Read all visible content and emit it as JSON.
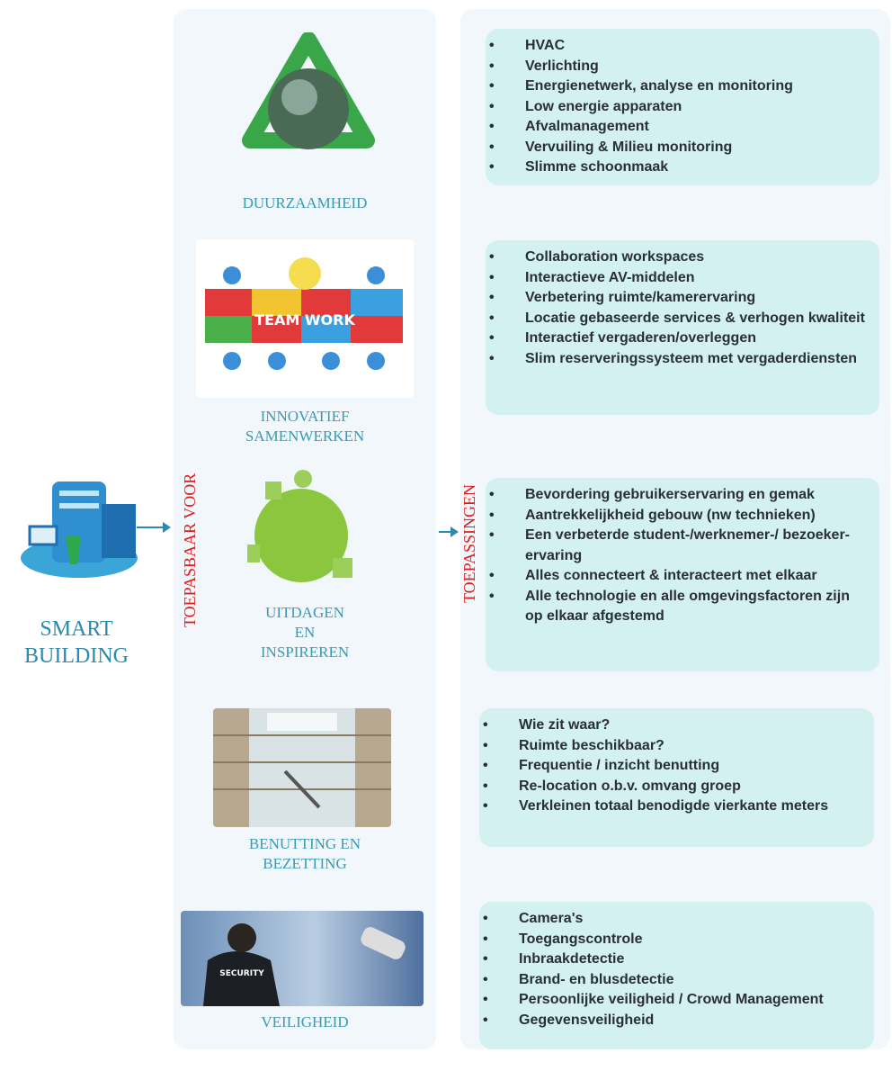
{
  "smart_building": {
    "title_line1": "SMART",
    "title_line2": "BUILDING"
  },
  "vertical_labels": {
    "left": "TOEPASBAAR VOOR",
    "right": "TOEPASSINGEN"
  },
  "categories": [
    {
      "label": "DUURZAAMHEID",
      "items": [
        "HVAC",
        "Verlichting",
        "Energienetwerk, analyse en monitoring",
        "Low energie apparaten",
        "Afvalmanagement",
        "Vervuiling & Milieu monitoring",
        "Slimme schoonmaak"
      ]
    },
    {
      "label_line1": "INNOVATIEF",
      "label_line2": "SAMENWERKEN",
      "image_text": "TEAM WORK",
      "items": [
        "Collaboration workspaces",
        "Interactieve AV-middelen",
        "Verbetering ruimte/kamerervaring",
        "Locatie gebaseerde services & verhogen kwaliteit",
        "Interactief vergaderen/overleggen",
        "Slim reserveringssysteem met vergaderdiensten"
      ]
    },
    {
      "label_line1": "UITDAGEN",
      "label_line2": "EN",
      "label_line3": "INSPIREREN",
      "items": [
        "Bevordering gebruikerservaring en gemak",
        "Aantrekkelijkheid gebouw (nw technieken)",
        "Een verbeterde student-/werknemer-/ bezoeker-ervaring",
        "Alles connecteert & interacteert met elkaar",
        "Alle technologie en alle omgevingsfactoren zijn op elkaar afgestemd"
      ]
    },
    {
      "label_line1": "BENUTTING EN",
      "label_line2": "BEZETTING",
      "items": [
        "Wie zit waar?",
        "Ruimte beschikbaar?",
        "Frequentie / inzicht benutting",
        "Re-location o.b.v. omvang groep",
        "Verkleinen totaal benodigde vierkante meters"
      ]
    },
    {
      "label": "VEILIGHEID",
      "image_text": "SECURITY",
      "items": [
        "Camera's",
        "Toegangscontrole",
        "Inbraakdetectie",
        "Brand- en blusdetectie",
        "Persoonlijke veiligheid / Crowd Management",
        "Gegevensveiligheid"
      ]
    }
  ]
}
